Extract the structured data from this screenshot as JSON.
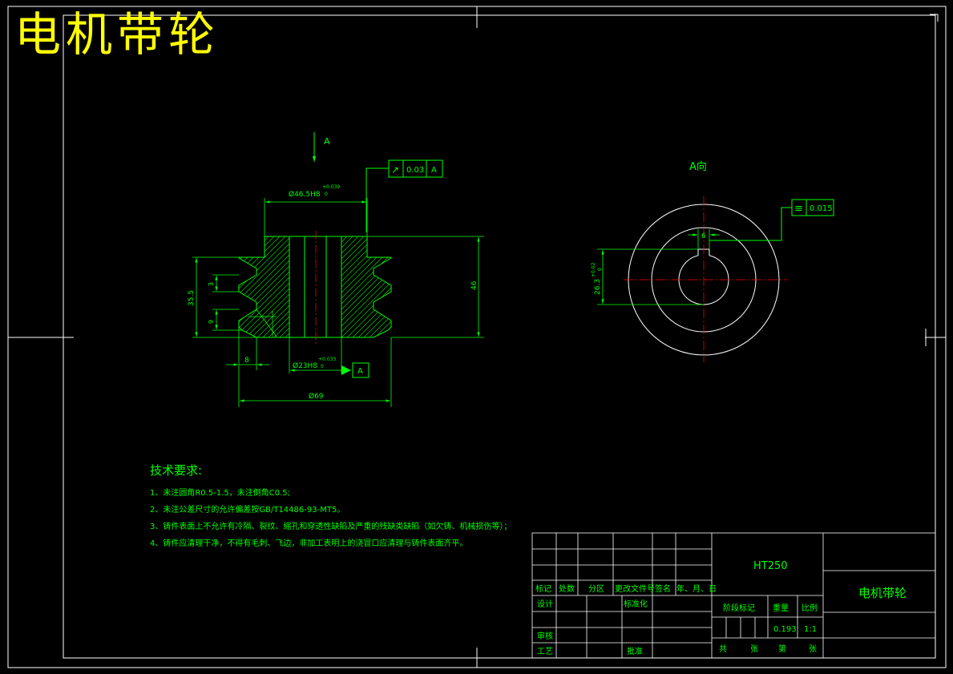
{
  "title": "电机带轮",
  "view_labels": {
    "section_arrow": "A",
    "view_a": "A向"
  },
  "dims": {
    "bore_top": "Ø46.5H8",
    "bore_top_tol_up": "+0.039",
    "bore_top_tol_low": "0",
    "height": "46",
    "groove_pitch": "35.5",
    "groove_w": "3",
    "groove_depth": "9",
    "groove_bottom": "8",
    "bore": "Ø23H8",
    "bore_tol_up": "+0.033",
    "bore_tol_low": "0",
    "outer": "Ø69",
    "keyway_w": "6",
    "keyway_h": "26.3",
    "keyway_tol_up": "+0.02",
    "keyway_tol_low": "0"
  },
  "tolerances": {
    "runout": {
      "symbol": "↗",
      "value": "0.03",
      "datum": "A"
    },
    "symmetry": {
      "symbol": "≡",
      "value": "0.015"
    },
    "datum_flag": "A"
  },
  "notes": {
    "header": "技术要求:",
    "items": [
      "1、未注圆角R0.5-1.5，未注倒角C0.5;",
      "2、未注公差尺寸的允许偏差按GB/T14486-93-MT5。",
      "3、铸件表面上不允许有冷隔、裂纹、缩孔和穿透性缺陷及严重的残缺类缺陷（如欠铸、机械损伤等）；",
      "4、铸件应清理干净，不得有毛刺、飞边，非加工表明上的浇冒口应清理与铸件表面齐平。"
    ]
  },
  "title_block": {
    "material": "HT250",
    "part_name": "电机带轮",
    "rev_headers": [
      "标记",
      "处数",
      "分区",
      "更改文件号",
      "签名",
      "年、月、日"
    ],
    "design": "设计",
    "standard": "标准化",
    "check": "审核",
    "process": "工艺",
    "approve": "批准",
    "stage_mark": "阶段标记",
    "weight_label": "重量",
    "scale_label": "比例",
    "weight": "0.193",
    "scale": "1:1",
    "sheet_total_a": "共",
    "sheet_total_b": "张",
    "sheet_no_a": "第",
    "sheet_no_b": "张"
  },
  "colors": {
    "background": "#000000",
    "lines": "#00ff00",
    "title": "#ffff00",
    "center": "#ff0000",
    "frame": "#ffffff"
  }
}
